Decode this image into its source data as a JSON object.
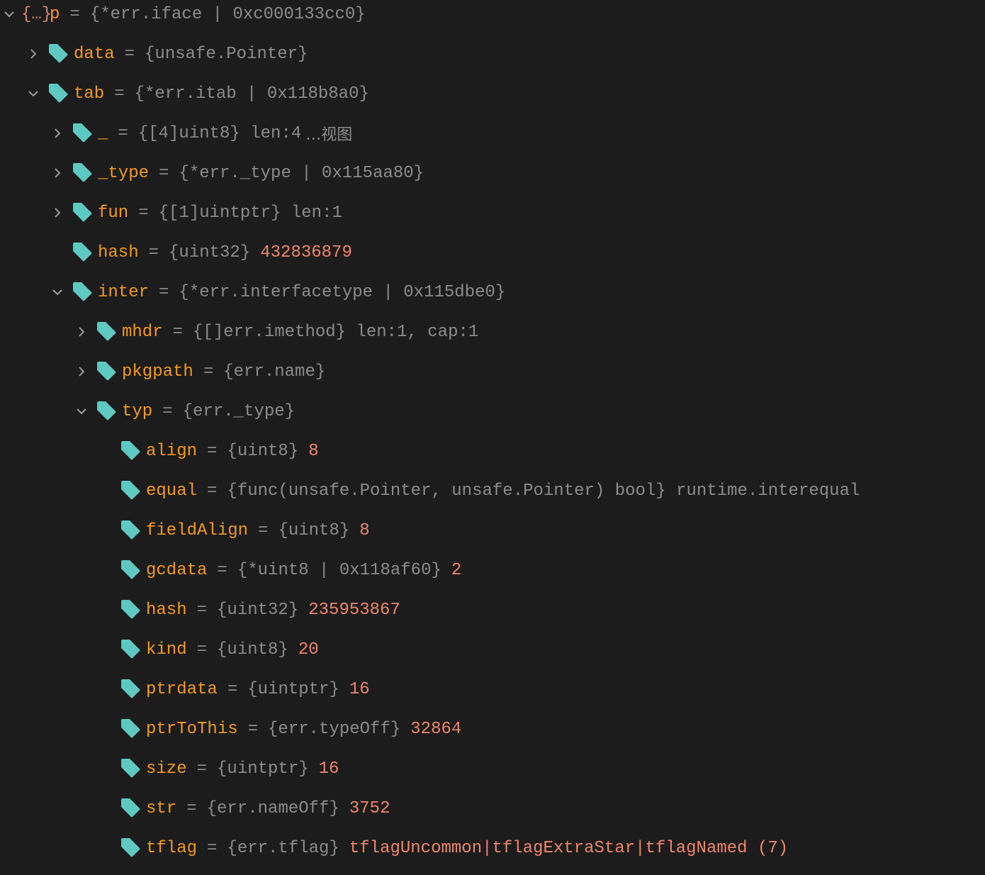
{
  "root": {
    "icon": "object-icon",
    "icon_text": "{…}",
    "name": "p",
    "type": "{*err.iface | 0xc000133cc0}",
    "expanded": true
  },
  "rows": [
    {
      "level": 1,
      "chevron": "right",
      "name": "data",
      "type": "{unsafe.Pointer}",
      "value": ""
    },
    {
      "level": 1,
      "chevron": "down",
      "name": "tab",
      "type": "{*err.itab | 0x118b8a0}",
      "value": ""
    },
    {
      "level": 2,
      "chevron": "right",
      "name": "_",
      "type": "{[4]uint8} len:4",
      "value": "",
      "link": "…视图"
    },
    {
      "level": 2,
      "chevron": "right",
      "name": "_type",
      "type": "{*err._type | 0x115aa80}",
      "value": ""
    },
    {
      "level": 2,
      "chevron": "right",
      "name": "fun",
      "type": "{[1]uintptr} len:1",
      "value": ""
    },
    {
      "level": 2,
      "chevron": "none",
      "name": "hash",
      "type": "{uint32}",
      "value": "432836879"
    },
    {
      "level": 2,
      "chevron": "down",
      "name": "inter",
      "type": "{*err.interfacetype | 0x115dbe0}",
      "value": ""
    },
    {
      "level": 3,
      "chevron": "right",
      "name": "mhdr",
      "type": "{[]err.imethod} len:1, cap:1",
      "value": ""
    },
    {
      "level": 3,
      "chevron": "right",
      "name": "pkgpath",
      "type": "{err.name}",
      "value": ""
    },
    {
      "level": 3,
      "chevron": "down",
      "name": "typ",
      "type": "{err._type}",
      "value": ""
    },
    {
      "level": 4,
      "chevron": "none",
      "name": "align",
      "type": "{uint8}",
      "value": "8"
    },
    {
      "level": 4,
      "chevron": "none",
      "name": "equal",
      "type": "{func(unsafe.Pointer, unsafe.Pointer) bool} runtime.interequal",
      "value": ""
    },
    {
      "level": 4,
      "chevron": "none",
      "name": "fieldAlign",
      "type": "{uint8}",
      "value": "8"
    },
    {
      "level": 4,
      "chevron": "none",
      "name": "gcdata",
      "type": "{*uint8 | 0x118af60}",
      "value": "2"
    },
    {
      "level": 4,
      "chevron": "none",
      "name": "hash",
      "type": "{uint32}",
      "value": "235953867"
    },
    {
      "level": 4,
      "chevron": "none",
      "name": "kind",
      "type": "{uint8}",
      "value": "20"
    },
    {
      "level": 4,
      "chevron": "none",
      "name": "ptrdata",
      "type": "{uintptr}",
      "value": "16"
    },
    {
      "level": 4,
      "chevron": "none",
      "name": "ptrToThis",
      "type": "{err.typeOff}",
      "value": "32864"
    },
    {
      "level": 4,
      "chevron": "none",
      "name": "size",
      "type": "{uintptr}",
      "value": "16"
    },
    {
      "level": 4,
      "chevron": "none",
      "name": "str",
      "type": "{err.nameOff}",
      "value": "3752"
    },
    {
      "level": 4,
      "chevron": "none",
      "name": "tflag",
      "type": "{err.tflag}",
      "value": "tflagUncommon|tflagExtraStar|tflagNamed (7)"
    }
  ],
  "eq_sign": "=",
  "colors": {
    "background": "#1c1c1c",
    "name": "#f59a1b",
    "type": "#8c8c8c",
    "value": "#f0866a",
    "tag": "#5ec9c1"
  }
}
